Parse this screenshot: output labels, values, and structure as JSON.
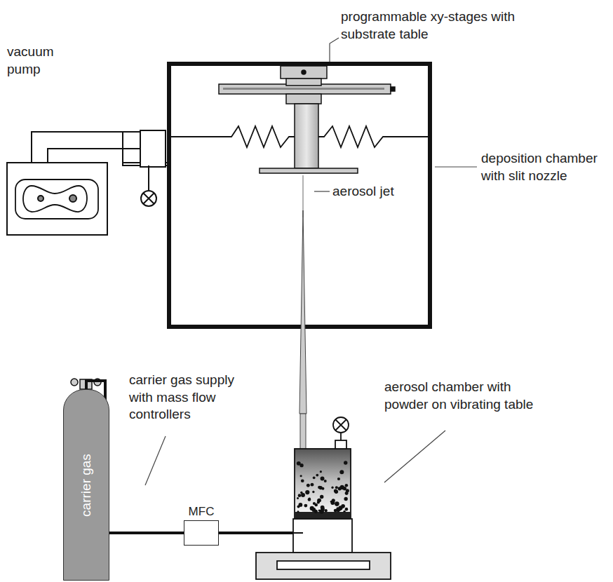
{
  "diagram": {
    "nodes": [
      {
        "text": [
          "carrier gas"
        ]
      },
      {
        "text": [
          "MFC"
        ]
      }
    ],
    "edges": [
      {
        "from": 0,
        "to": 1,
        "arrow": "none"
      }
    ],
    "labels": [
      "vacuum pump",
      "programmable xy-stages with substrate table",
      "deposition chamber with slit nozzle",
      "aerosol jet",
      "carrier gas supply with mass flow controllers",
      "aerosol chamber with powder on vibrating table"
    ]
  }
}
